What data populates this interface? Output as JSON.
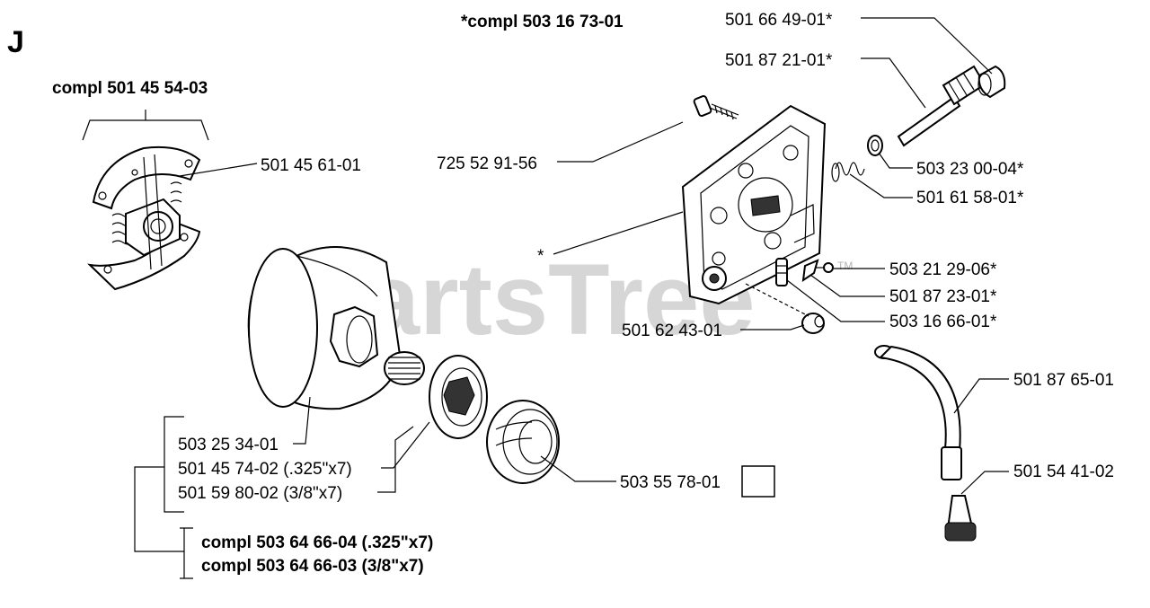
{
  "section_letter": "J",
  "watermark": "PartsTree",
  "trademark": "TM",
  "groups": {
    "clutch_compl": "compl 501 45 54-03",
    "oil_pump_compl": "*compl 503 16 73-01",
    "drum_compl_325": "compl 503 64 66-04 (.325\"x7)",
    "drum_compl_38": "compl 503 64 66-03 (3/8\"x7)"
  },
  "parts": {
    "clutch_spring": "501 45 61-01",
    "screw": "725 52 91-56",
    "pump_housing": "*",
    "pump_cap": "501 66 49-01*",
    "pump_piston": "501 87 21-01*",
    "washer": "503 23 00-04*",
    "spring": "501 61 58-01*",
    "adjust_screw": "503 21 29-06*",
    "plate": "501 87 23-01*",
    "nipple": "503 16 66-01*",
    "sleeve": "501 62 43-01",
    "oil_hose": "501 87 65-01",
    "oil_filter": "501 54 41-02",
    "needle_bearing": "503 25 34-01",
    "rim_325": "501 45 74-02 (.325\"x7)",
    "rim_38": "501 59 80-02 (3/8\"x7)",
    "drum": "503 55 78-01"
  }
}
